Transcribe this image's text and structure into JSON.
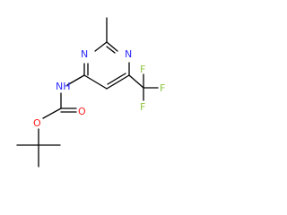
{
  "molecule": {
    "atoms": {
      "n_ring_top": "N",
      "n_ring_left": "N",
      "nh": "NH",
      "o_carbonyl": "O",
      "o_ester": "O",
      "f_top": "F",
      "f_right": "F",
      "f_bottom": "F"
    }
  },
  "colors": {
    "nitrogen": "#2c2cff",
    "oxygen": "#ff2020",
    "fluorine": "#8fc63f",
    "bond": "#000000",
    "background": "#ffffff"
  }
}
